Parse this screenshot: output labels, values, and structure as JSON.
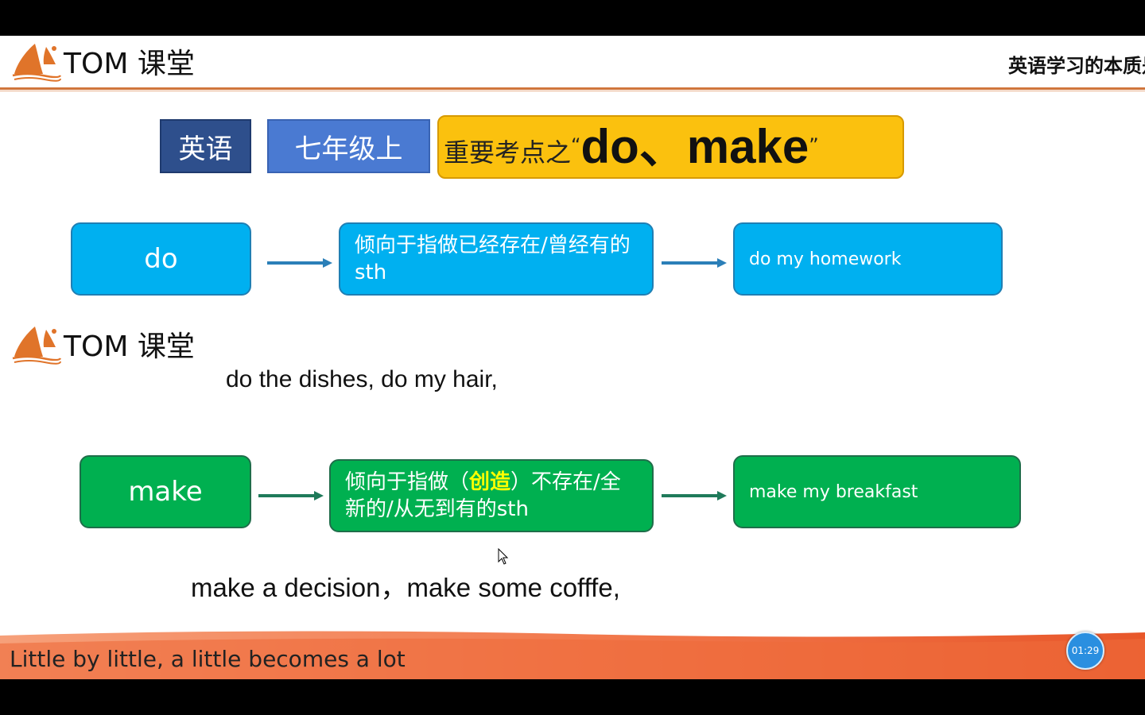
{
  "header": {
    "brand": "TOM 课堂",
    "slogan": "英语学习的本质是"
  },
  "tags": {
    "subject": "英语",
    "grade": "七年级上",
    "topic_prefix": "重要考点之",
    "topic_open_quote": "“",
    "topic_words": "do、make",
    "topic_close_quote": "”"
  },
  "do_row": {
    "word": "do",
    "meaning": "倾向于指做已经存在/曾经有的sth",
    "example": "do my homework",
    "more_examples": "do the dishes, do my hair,"
  },
  "make_row": {
    "word": "make",
    "meaning_before": "倾向于指做（",
    "meaning_highlight": "创造",
    "meaning_after": "）不存在/全新的/从无到有的sth",
    "example": "make my breakfast",
    "more_examples": "make a decision，make some cofffe,"
  },
  "watermark": {
    "brand": "TOM 课堂"
  },
  "footer": {
    "motto": "Little by little, a little becomes a lot",
    "timer": "01:29"
  },
  "colors": {
    "do_box": "#00b0f0",
    "make_box": "#00b050",
    "topic_bg": "#fbc10e",
    "subject_bg": "#2e4f8c",
    "grade_bg": "#4a7ad2",
    "accent_orange": "#e8572a",
    "highlight": "#ffff00"
  }
}
